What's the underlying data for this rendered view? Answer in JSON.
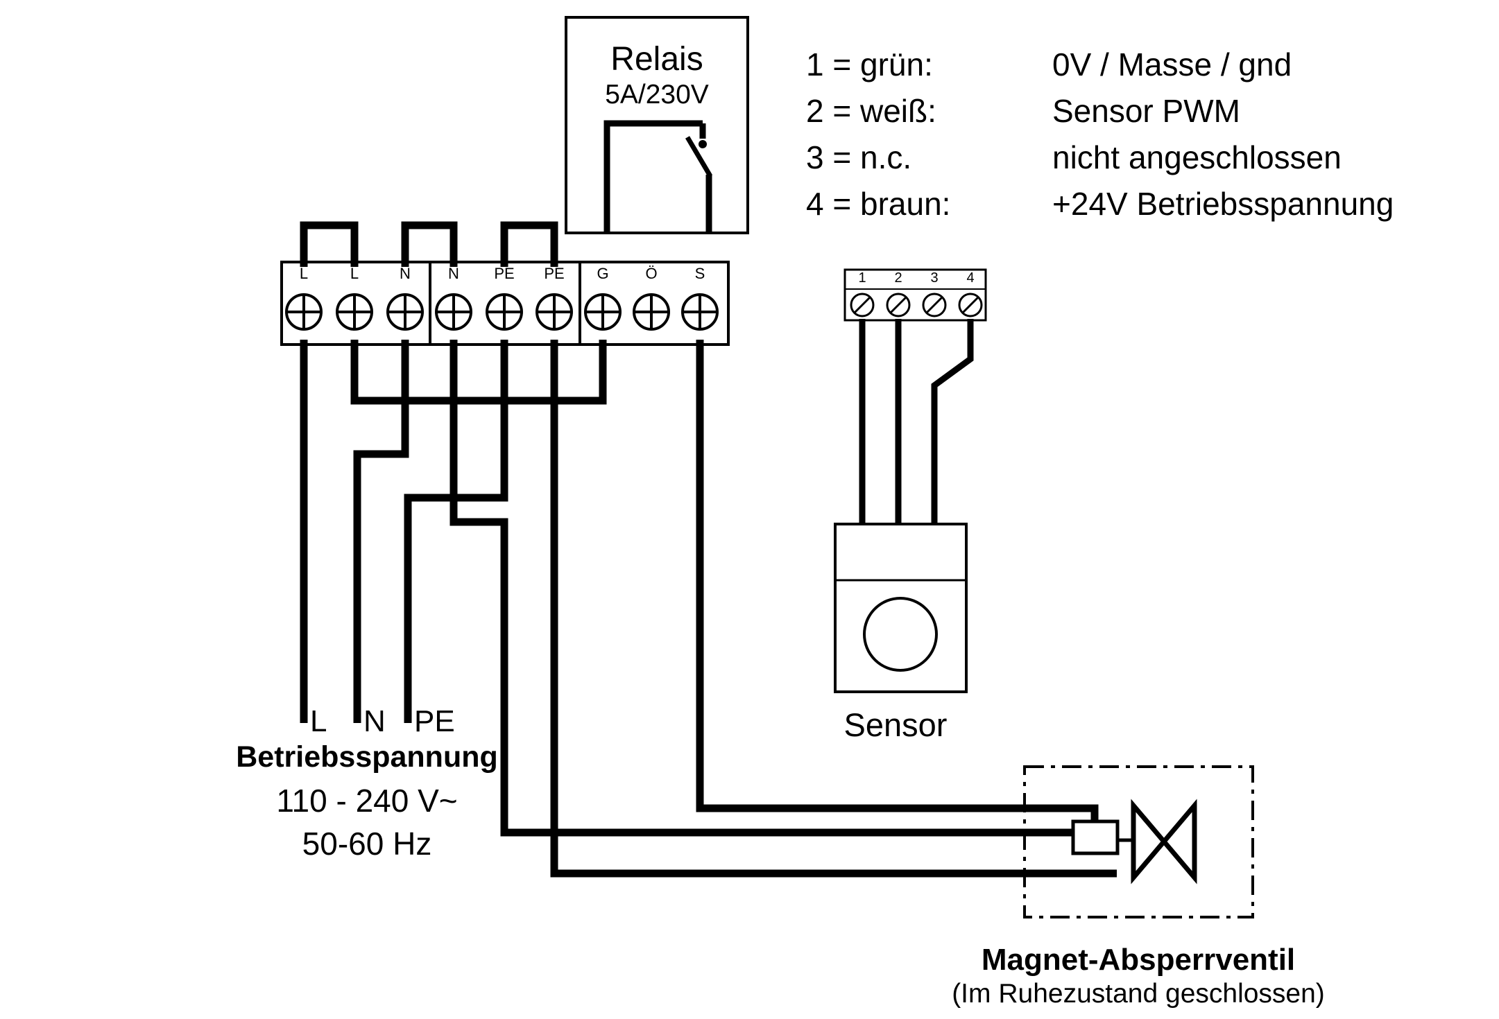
{
  "relay": {
    "title": "Relais",
    "rating": "5A/230V"
  },
  "legend": {
    "items": [
      {
        "pin": "1 = grün:",
        "desc": "0V / Masse / gnd"
      },
      {
        "pin": "2 = weiß:",
        "desc": "Sensor PWM"
      },
      {
        "pin": "3 = n.c.",
        "desc": "nicht angeschlossen"
      },
      {
        "pin": "4 = braun:",
        "desc": "+24V Betriebsspannung"
      }
    ]
  },
  "terminal_block": {
    "labels": [
      "L",
      "L",
      "N",
      "N",
      "PE",
      "PE",
      "G",
      "Ö",
      "S"
    ]
  },
  "sensor_connector": {
    "pins": [
      "1",
      "2",
      "3",
      "4"
    ]
  },
  "sensor": {
    "label": "Sensor"
  },
  "power": {
    "l": "L",
    "n": "N",
    "pe": "PE",
    "title": "Betriebsspannung",
    "voltage": "110 - 240 V~",
    "frequency": "50-60 Hz"
  },
  "valve": {
    "title": "Magnet-Absperrventil",
    "subtitle": "(Im Ruhezustand geschlossen)"
  },
  "colors": {
    "line": "#000000",
    "background": "#ffffff"
  }
}
